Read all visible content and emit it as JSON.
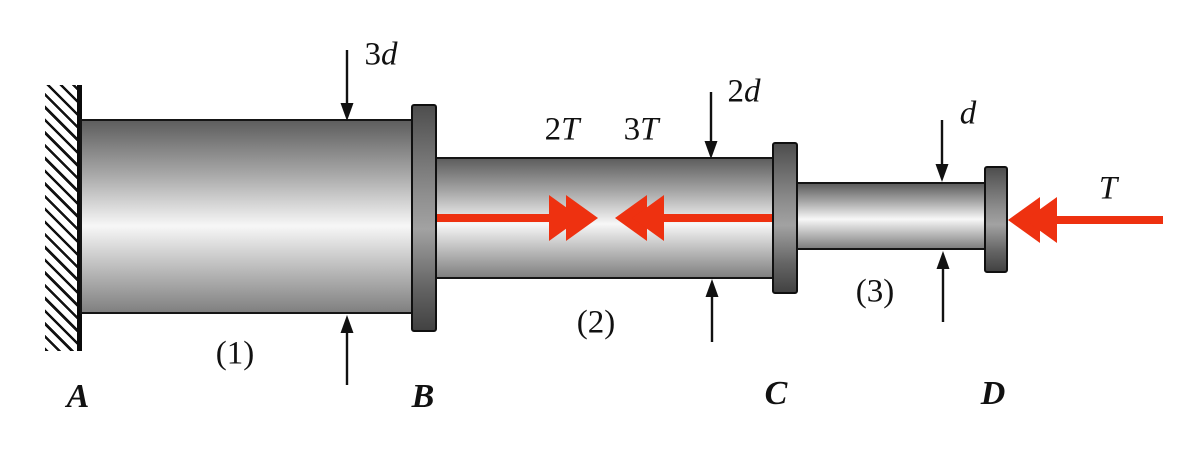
{
  "diagram": {
    "kind": "stepped-shaft-torsion-diagram",
    "description": "Stepped circular shaft fixed to a wall at A with three segments and applied torques",
    "colors": {
      "torque_arrow_red": "#ee3110",
      "outline_black": "#151515"
    },
    "points": {
      "a": "A",
      "b": "B",
      "c": "C",
      "d": "D"
    },
    "segment_labels": {
      "s1": "(1)",
      "s2": "(2)",
      "s3": "(3)"
    },
    "diameter_dims": {
      "d1_num": "3",
      "d1_var": "d",
      "d2_num": "2",
      "d2_var": "d",
      "d3_num": "",
      "d3_var": "d"
    },
    "torques": {
      "t1_num": "2",
      "t1_var": "T",
      "t2_num": "3",
      "t2_var": "T",
      "t3_num": "",
      "t3_var": "T"
    }
  }
}
